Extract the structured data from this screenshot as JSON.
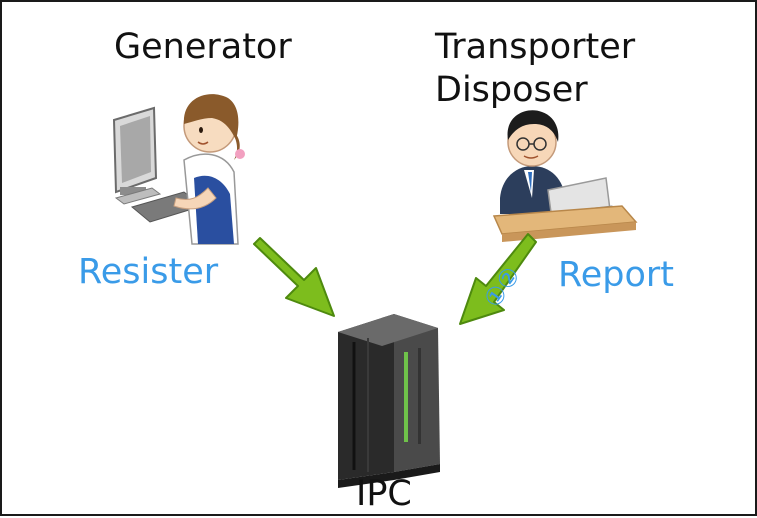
{
  "diagram": {
    "generator": {
      "label": "Generator"
    },
    "transporter": {
      "label_line1": "Transporter",
      "label_line2": "Disposer"
    },
    "server": {
      "label": "IPC"
    },
    "arrows": {
      "resister": {
        "label": "Resister"
      },
      "report": {
        "label": "Report",
        "steps": "①②"
      }
    }
  },
  "colors": {
    "arrow_fill": "#7dbd1d",
    "arrow_stroke": "#4e8a0e",
    "label_blue": "#3a9be8",
    "text": "#111111",
    "border": "#1a1a1a"
  },
  "icons": {
    "generator": "woman-at-desktop-computer-icon",
    "transporter": "man-at-laptop-icon",
    "server": "server-tower-icon"
  }
}
